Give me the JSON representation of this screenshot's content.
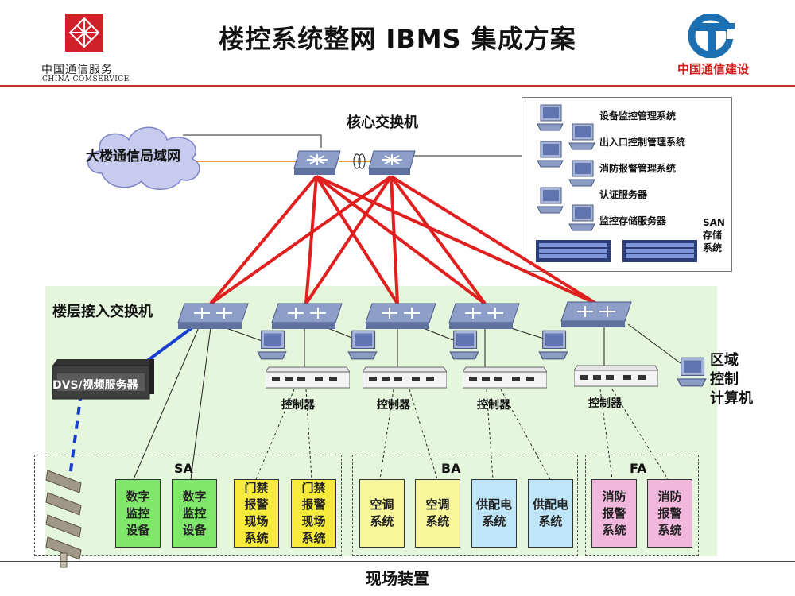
{
  "title": "楼控系统整网 IBMS 集成方案",
  "logo_left": {
    "cn": "中国通信服务",
    "en": "CHINA COMSERVICE"
  },
  "logo_right": {
    "cn": "中国通信建设"
  },
  "core_switch_label": "核心交换机",
  "lan_cloud_label": "大楼通信局域网",
  "access_switch_label": "楼层接入交换机",
  "dvs_label": "DVS/视频服务器",
  "area_pc_label": "区域\n控制\n计算机",
  "controllers": [
    "控制器",
    "控制器",
    "控制器",
    "控制器"
  ],
  "servers": {
    "items": [
      "设备监控管理系统",
      "出入口控制管理系统",
      "消防报警管理系统",
      "认证服务器",
      "监控存储服务器"
    ],
    "san_label": "SAN\n存储\n系统"
  },
  "groups": [
    {
      "name": "SA",
      "leaves": [
        "数字\n监控\n设备",
        "数字\n监控\n设备",
        "门禁\n报警\n现场\n系统",
        "门禁\n报警\n现场\n系统"
      ]
    },
    {
      "name": "BA",
      "leaves": [
        "空调\n系统",
        "空调\n系统",
        "供配电\n系统",
        "供配电\n系统"
      ]
    },
    {
      "name": "FA",
      "leaves": [
        "消防\n报警\n系统",
        "消防\n报警\n系统"
      ]
    }
  ],
  "footer": "现场装置",
  "colors": {
    "uplink": "#e01f1f",
    "dvs_link": "#1a3fd0",
    "zone_bg": "#e4f6dc",
    "header_rule": "#c0302a",
    "brand_red": "#d01a1a"
  }
}
